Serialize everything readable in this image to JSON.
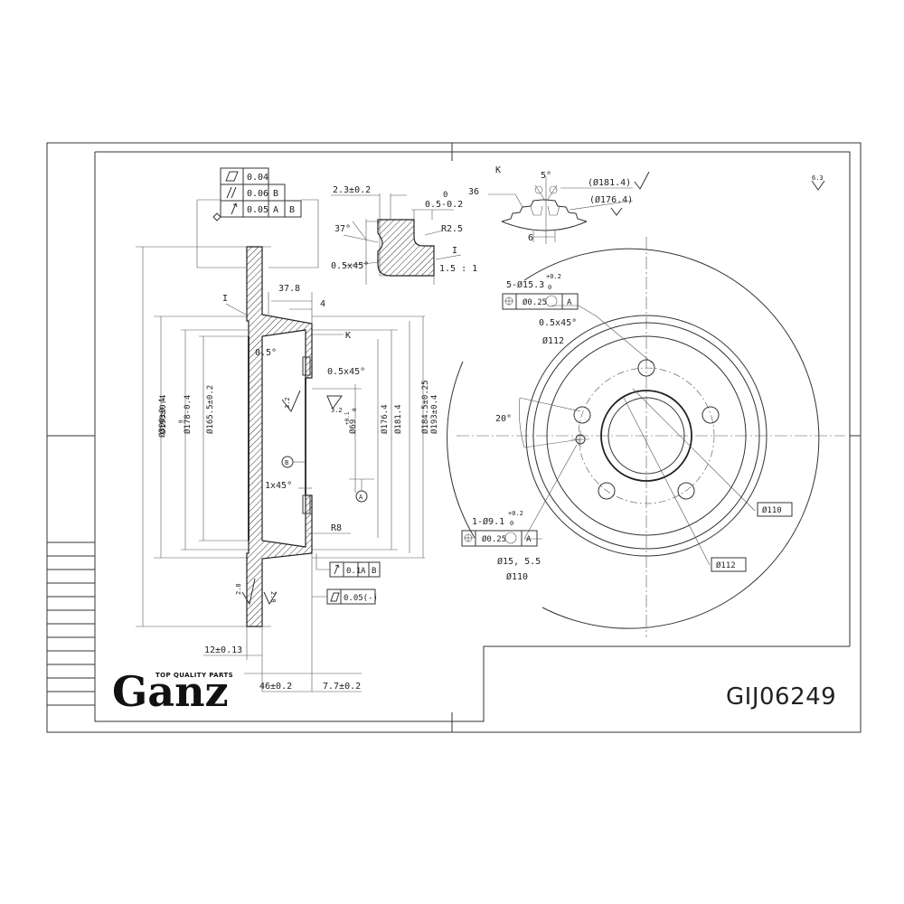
{
  "brand": {
    "logo": "Ganz",
    "tagline": "TOP QUALITY PARTS"
  },
  "part_number": "GIJ06249",
  "detail_view": {
    "labels": [
      "2.3±0.2",
      "0.5-0.2",
      "0",
      "37°",
      "R2.5",
      "I",
      "0.5x45°",
      "1.5 : 1"
    ]
  },
  "profile_view": {
    "labels": [
      "K",
      "5°",
      "36",
      "(Ø181.4)",
      "(Ø176.4)",
      "6",
      "6.3"
    ]
  },
  "feature_frame": {
    "rows": [
      [
        "0.04"
      ],
      [
        "0.06",
        "B"
      ],
      [
        "0.05",
        "A",
        "B"
      ]
    ]
  },
  "section_view": {
    "dims_left": [
      "Ø300±0.4",
      "Ø193±0.4",
      "Ø178-0.4",
      "0",
      "Ø165.5±0.2"
    ],
    "dims_right": [
      "Ø69",
      "+0.1",
      "0",
      "Ø176.4",
      "Ø181.4",
      "Ø184.5±0.25",
      "Ø193±0.4"
    ],
    "labels": [
      "I",
      "37.8",
      "4",
      "K",
      "0.5°",
      "0.5x45°",
      "3.2",
      "3.2",
      "B",
      "1x45°",
      "A",
      "R8"
    ],
    "runout_frame": [
      "0.1",
      "A",
      "B"
    ],
    "flatness_frame": [
      "0.05(-)"
    ],
    "bottom_labels": [
      "2.8",
      "2.8",
      "12±0.13",
      "46±0.2",
      "7.7±0.2"
    ]
  },
  "front_view": {
    "holes_label": "5-Ø15.3",
    "holes_tol_upper": "+0.2",
    "holes_tol_lower": "0",
    "pos_frame_1": [
      "Ø0.25",
      "A"
    ],
    "chamfer": "0.5x45°",
    "pcd_1": "Ø112",
    "angle": "20°",
    "single_hole": "1-Ø9.1",
    "single_hole_tol_upper": "+0.2",
    "single_hole_tol_lower": "0",
    "pos_frame_2": [
      "Ø0.25",
      "A"
    ],
    "callout_110": "Ø110",
    "callout_112": "Ø112",
    "labels_15_55": "Ø15,  5.5",
    "label_110_bottom": "Ø110"
  }
}
